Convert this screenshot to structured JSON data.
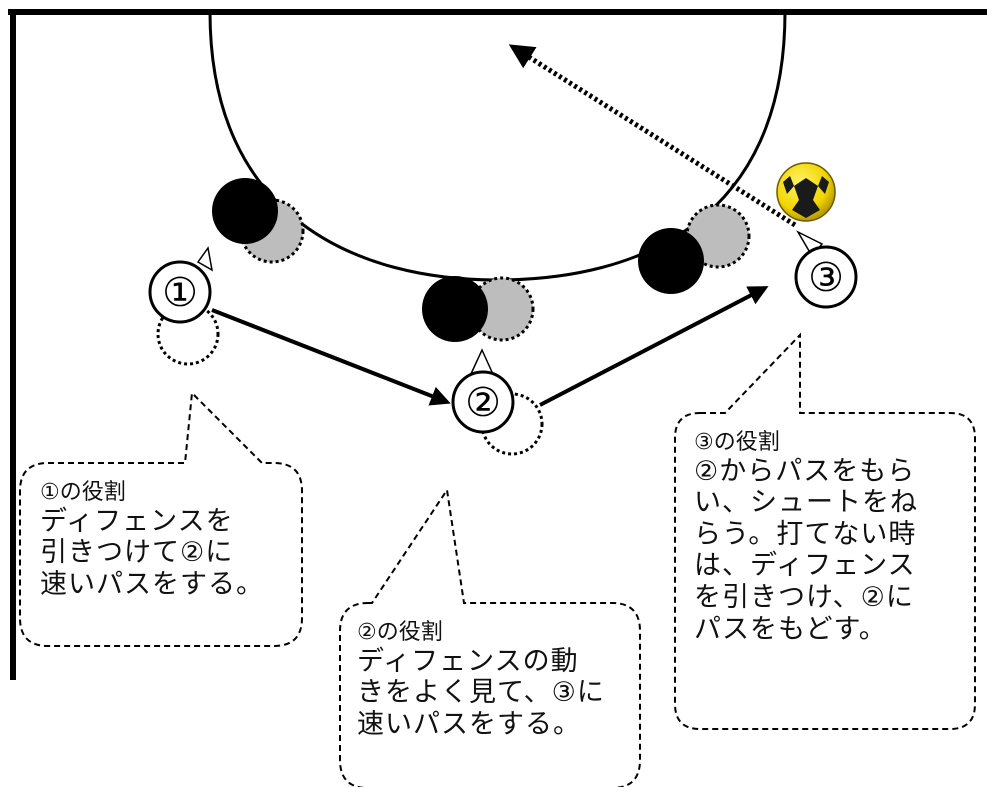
{
  "players": [
    {
      "id": "player-1",
      "label": "①"
    },
    {
      "id": "player-2",
      "label": "②"
    },
    {
      "id": "player-3",
      "label": "③"
    }
  ],
  "captions": {
    "p1": {
      "title": "①の役割",
      "body": "ディフェンスを\n引きつけて②に\n速いパスをする。"
    },
    "p2": {
      "title": "②の役割",
      "body": "ディフェンスの動\nきをよく見て、③に\n速いパスをする。"
    },
    "p3": {
      "title": "③の役割",
      "body": "②からパスをもら\nい、シュートをね\nらう。打てない時\nは、ディフェンス\nを引きつけ、②に\nパスをもどす。"
    }
  },
  "colors": {
    "line": "#000000",
    "defender": "#000000",
    "defender_shadow": "#bdbdbd",
    "ball": "#f2d600"
  },
  "icons": [
    "ball-icon"
  ]
}
